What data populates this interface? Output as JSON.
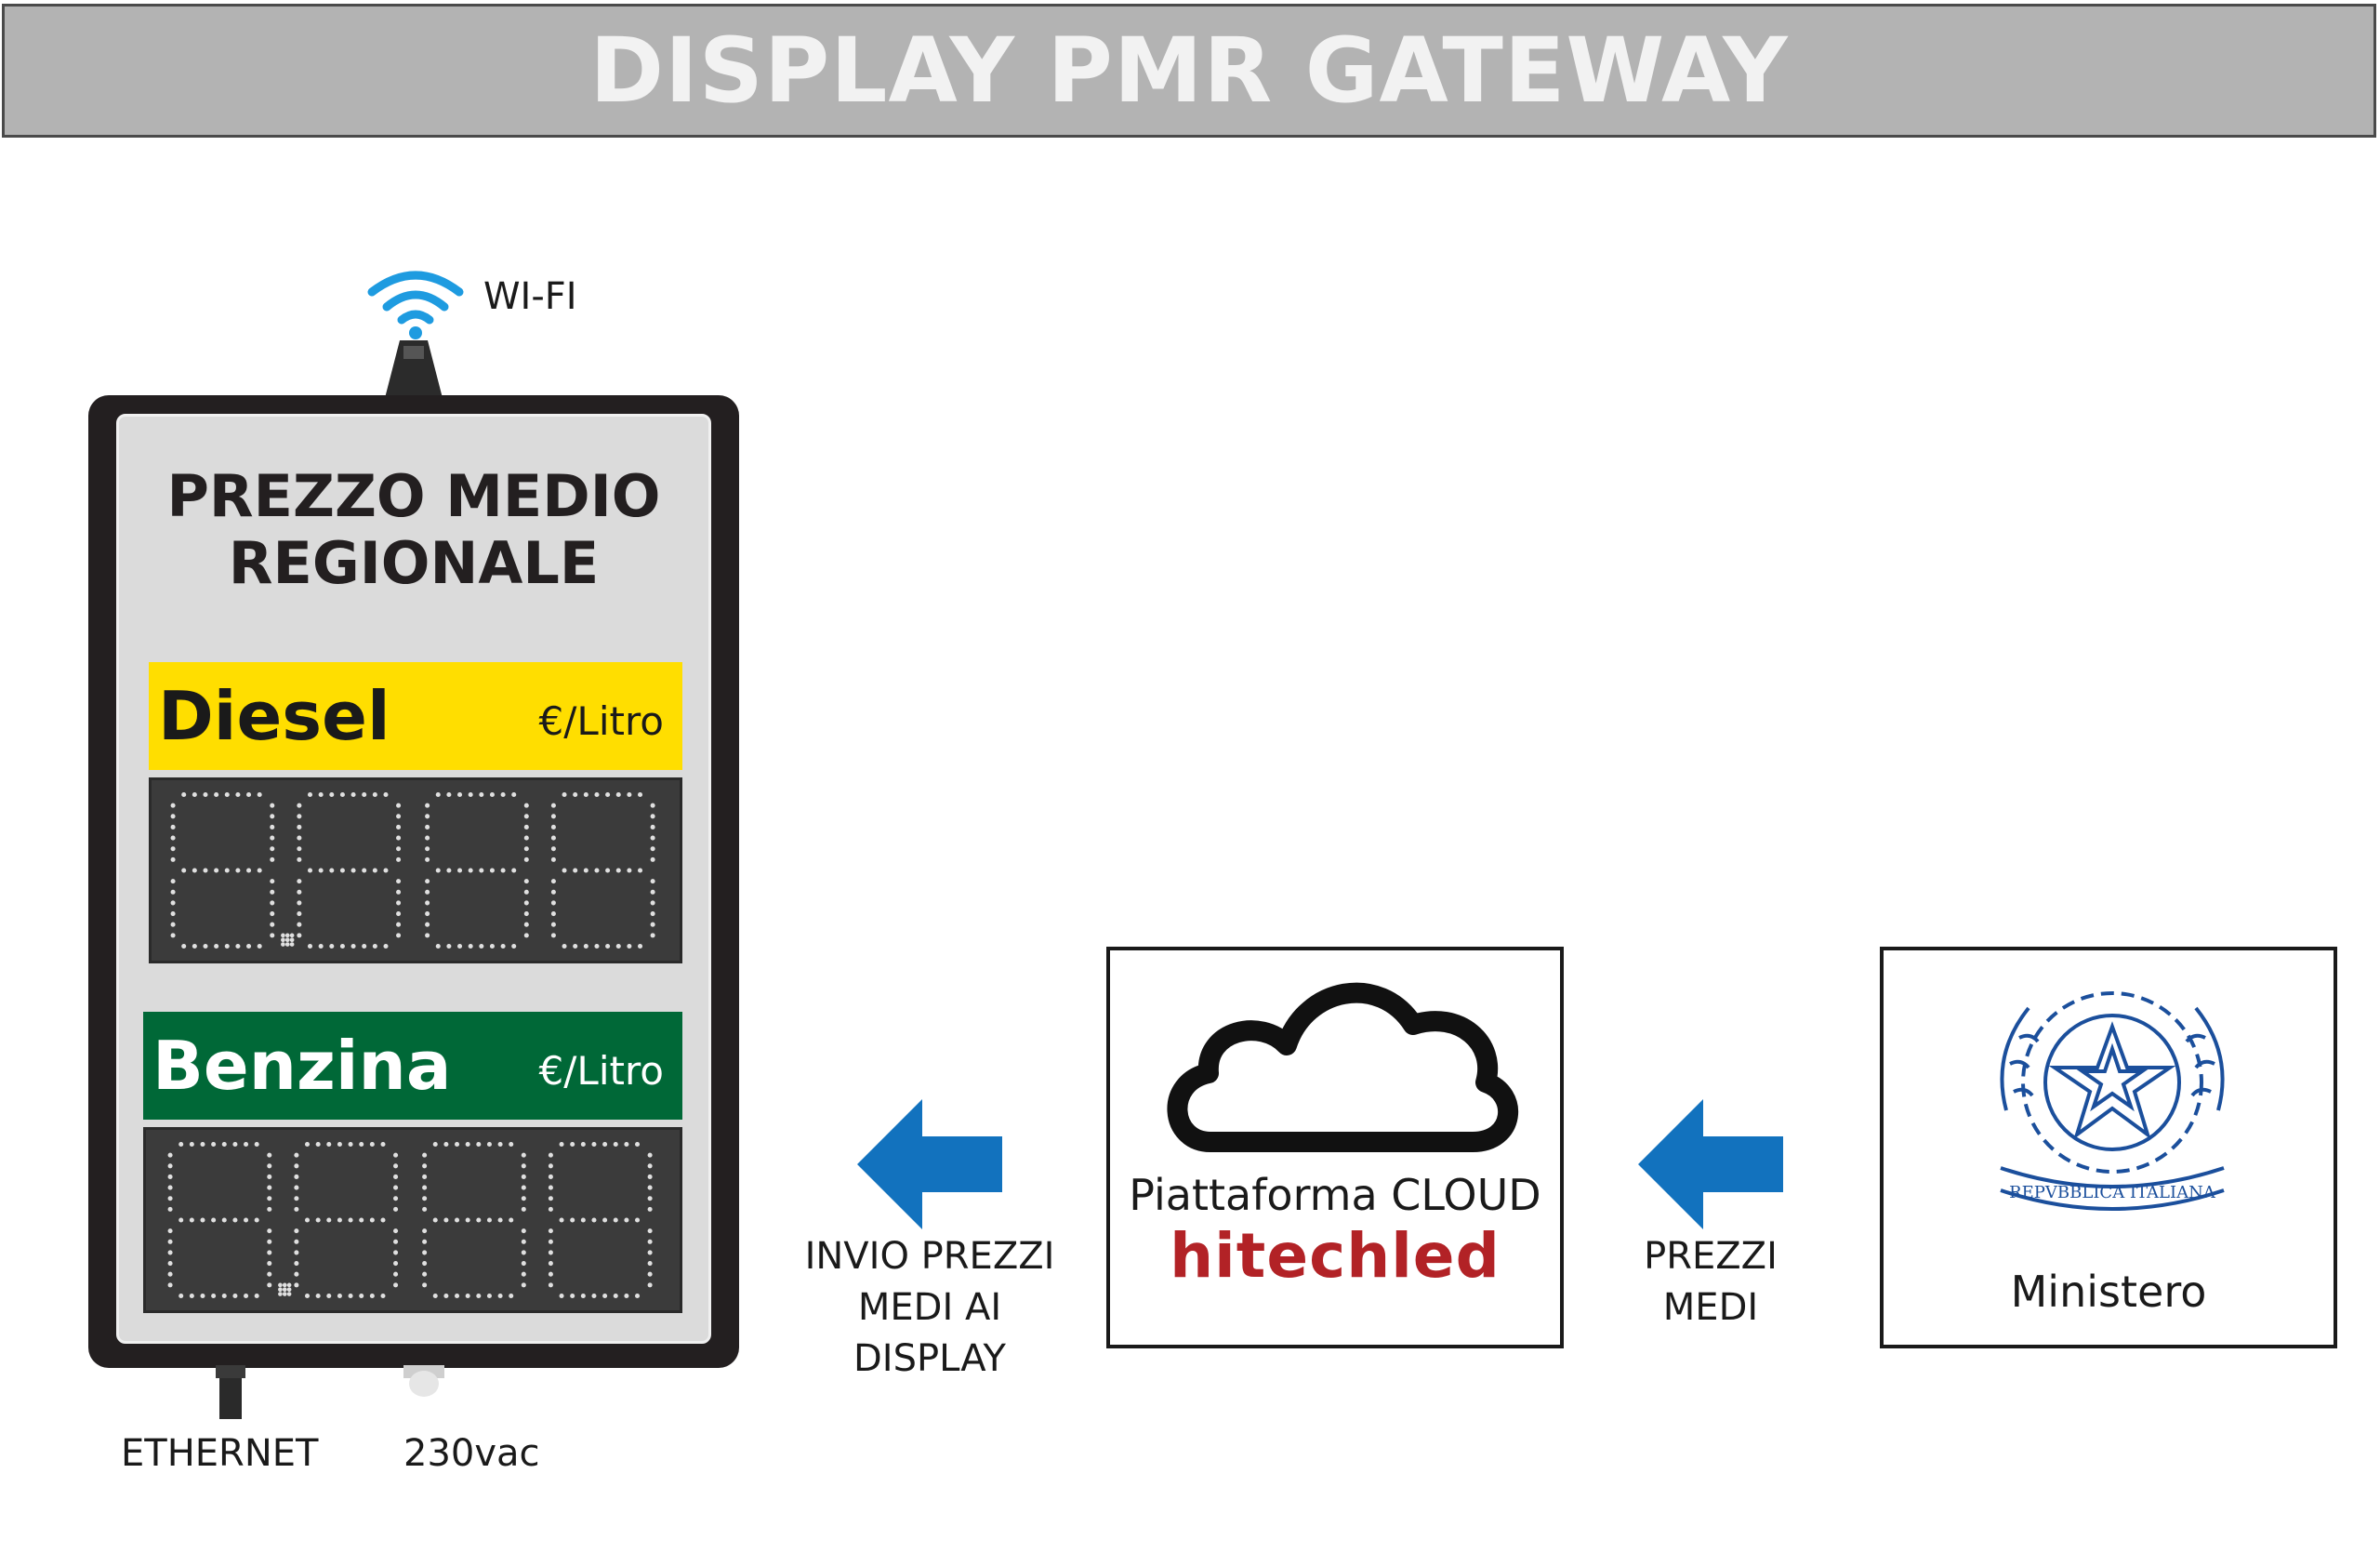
{
  "title": "DISPLAY PMR GATEWAY",
  "device": {
    "wifi_label": "WI-FI",
    "title_line1": "PREZZO MEDIO",
    "title_line2": "REGIONALE",
    "fuels": [
      {
        "name": "Diesel",
        "unit": "€/Litro",
        "band_color": "#ffde00",
        "text_color": "#1a1a1a"
      },
      {
        "name": "Benzina",
        "unit": "€/Litro",
        "band_color": "#006837",
        "text_color": "#ffffff"
      }
    ],
    "ethernet_label": "ETHERNET",
    "power_label": "230vac"
  },
  "flow": {
    "send_label_line1": "INVIO PREZZI",
    "send_label_line2": "MEDI AI",
    "send_label_line3": "DISPLAY",
    "prices_label_line1": "PREZZI",
    "prices_label_line2": "MEDI",
    "arrow_color": "#1272be"
  },
  "cloud": {
    "caption": "Piattaforma CLOUD",
    "brand": "hitechled"
  },
  "ministry": {
    "label": "Ministero",
    "emblem_text": "REPVBBLICA ITALIANA"
  }
}
